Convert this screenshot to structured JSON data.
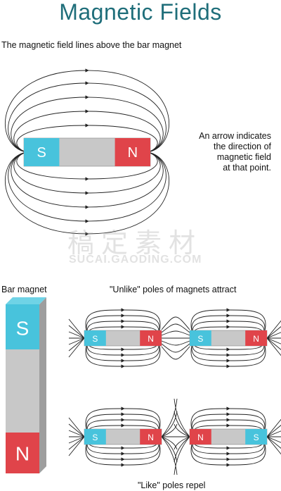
{
  "title": "Magnetic Fields",
  "captions": {
    "top_magnet": "The magnetic field lines above the bar magnet",
    "arrow_note_lines": [
      "An arrow indicates",
      "the direction of",
      "magnetic field",
      "at that point."
    ],
    "bar_magnet": "Bar magnet",
    "unlike": "\"Unlike\" poles of magnets attract",
    "like": "\"Like\" poles repel"
  },
  "poles": {
    "south": "S",
    "north": "N"
  },
  "watermark": {
    "cn": "稿定素材",
    "en": "SUCAI.GAODING.COM"
  },
  "colors": {
    "south": "#48c3dc",
    "north": "#e0444a",
    "body": "#c8c8c8",
    "title": "#1f6e7a"
  }
}
